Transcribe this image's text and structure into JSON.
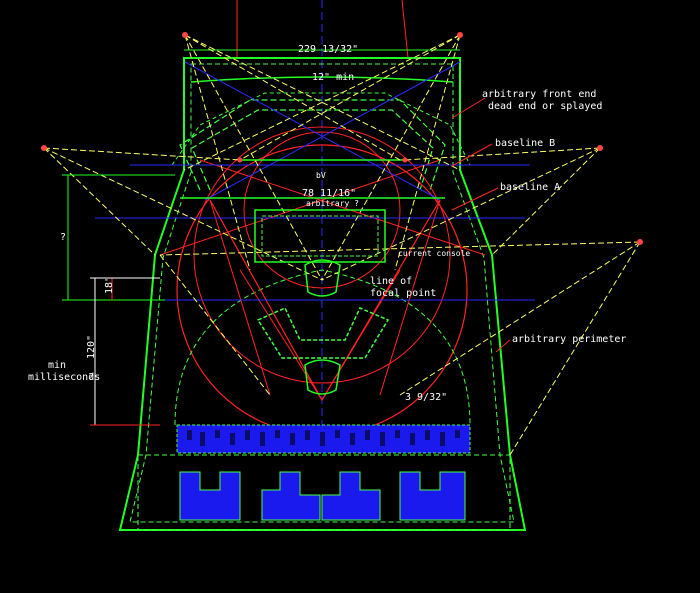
{
  "drawing": {
    "background": "#000000",
    "colors": {
      "green": "#22ff22",
      "red": "#ff2222",
      "blue": "#2a2aff",
      "yellow": "#ffff66",
      "white": "#ffffff",
      "green_dashed": "#44ff44"
    }
  },
  "labels": {
    "top_dimension": "229 13/32\"",
    "min_width": "12\" min",
    "arbitrary_front_line1": "arbitrary front end",
    "arbitrary_front_line2": "dead end or splayed",
    "baseline_b": "baseline B",
    "baseline_a": "baseline A",
    "mid_dimension": "78 11/16\"",
    "mid_dimension_sub": "arbitrary ?",
    "center_mark": "bV",
    "current_console": "current console",
    "line_of_focal_line1": "line of",
    "line_of_focal_line2": "focal point",
    "left_dim_q": "?",
    "left_dim_18": "18\"",
    "left_dim_120": "120\"",
    "min_line1": "min",
    "min_line2": "milliseconds",
    "min_q": "?",
    "arbitrary_perimeter": "arbitrary perimeter",
    "bottom_dim": "3 9/32\""
  }
}
